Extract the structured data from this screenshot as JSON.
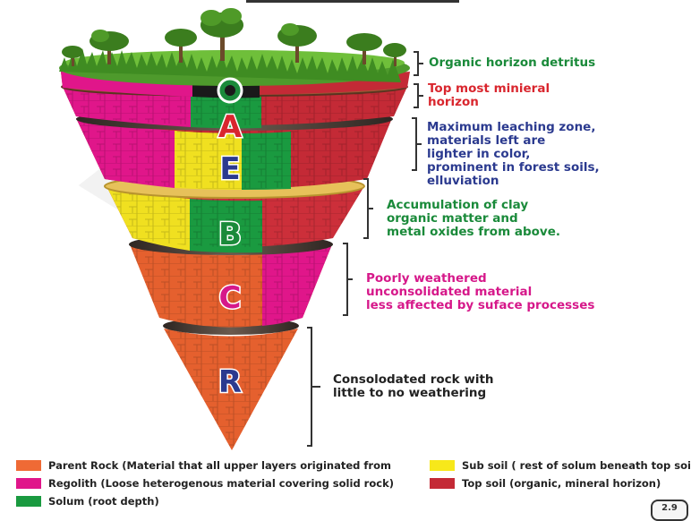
{
  "horizons": {
    "o": {
      "letter": "O",
      "color": "#1a8a3a"
    },
    "a": {
      "letter": "A",
      "color": "#d9262e"
    },
    "e": {
      "letter": "E",
      "color": "#2b3a8f"
    },
    "b": {
      "letter": "B",
      "color": "#1a8a3a"
    },
    "c": {
      "letter": "C",
      "color": "#d6188a"
    },
    "r": {
      "letter": "R",
      "color": "#2b3a8f"
    }
  },
  "annotations": {
    "o": {
      "text": "Organic horizon detritus",
      "color": "#1a8a3a"
    },
    "a": {
      "lines": [
        "Top most minieral",
        "horizon"
      ],
      "color": "#d9262e"
    },
    "e": {
      "lines": [
        "Maximum leaching zone,",
        "materials left are",
        "lighter in color,",
        "prominent in forest soils,",
        "elluviation"
      ],
      "color": "#2b3a8f"
    },
    "b": {
      "lines": [
        "Accumulation of clay",
        "organic matter and",
        "metal oxides from above."
      ],
      "color": "#1a8a3a"
    },
    "c": {
      "lines": [
        "Poorly weathered",
        "unconsolidated material",
        "less affected by suface processes"
      ],
      "color": "#d6188a"
    },
    "r": {
      "lines": [
        "Consolodated rock with",
        "little to no weathering"
      ],
      "color": "#222222"
    }
  },
  "legend": [
    {
      "label": "Parent Rock (Material that all upper layers originated from",
      "color": "#ef6a35"
    },
    {
      "label": "Regolith (Loose heterogenous material covering solid rock)",
      "color": "#e0168a"
    },
    {
      "label": "Solum (root depth)",
      "color": "#1a9a40"
    },
    {
      "label": "Sub soil ( rest of solum beneath top soil",
      "color": "#f7e81a"
    },
    {
      "label": "Top soil (organic, mineral horizon)",
      "color": "#c42a36"
    }
  ],
  "badge": "2.9"
}
